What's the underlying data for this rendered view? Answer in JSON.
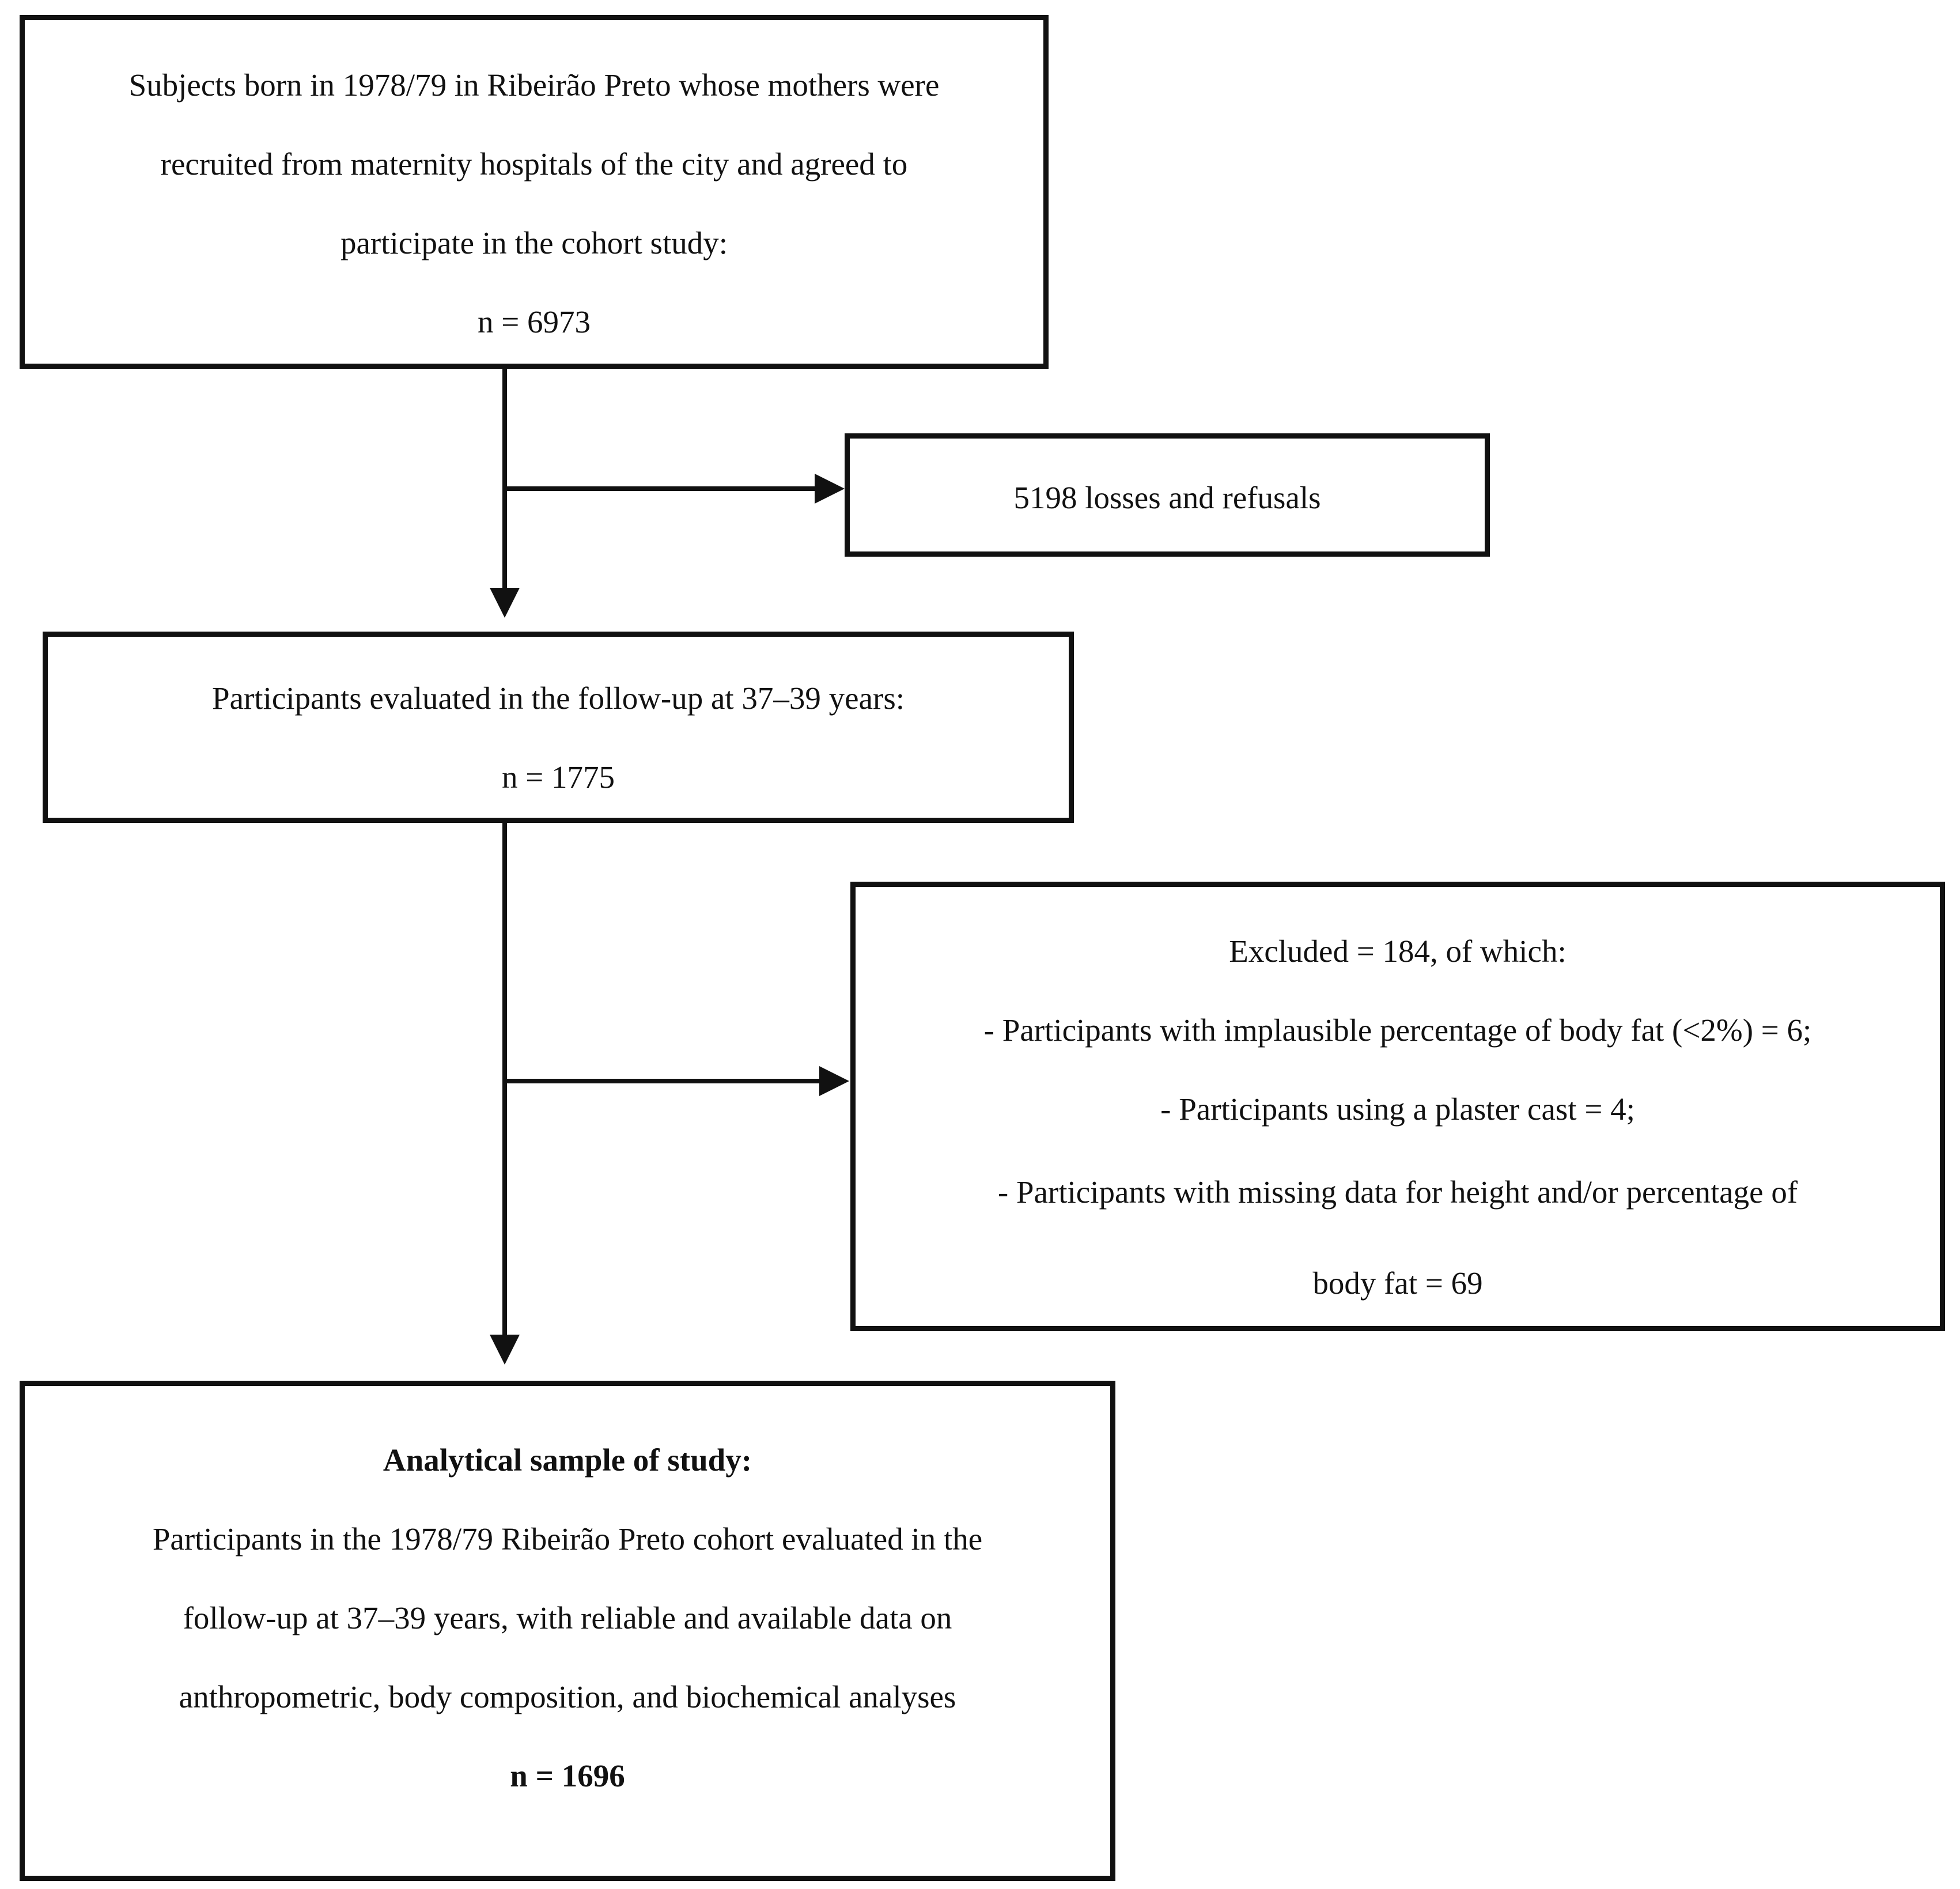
{
  "flowchart": {
    "enrollment": {
      "lines": [
        "Subjects born in 1978/79 in Ribeirão Preto whose mothers were",
        "recruited from maternity hospitals of the city and agreed to",
        "participate in the cohort study:"
      ],
      "n_label": "n = 6973"
    },
    "losses": {
      "label": "5198 losses and refusals"
    },
    "followup": {
      "line": "Participants evaluated in the follow-up at 37–39 years:",
      "n_label": "n = 1775"
    },
    "excluded": {
      "heading": "Excluded = 184, of which:",
      "items": [
        "- Participants with implausible percentage of body fat (<2%) = 6;",
        "- Participants using a plaster cast = 4;",
        "- Participants with missing data for height and/or percentage of",
        "body fat = 69"
      ]
    },
    "analytical": {
      "heading": "Analytical sample of study:",
      "lines": [
        "Participants in the 1978/79 Ribeirão Preto cohort evaluated in the",
        "follow-up at 37–39 years, with reliable and available data on",
        "anthropometric, body composition, and biochemical analyses"
      ],
      "n_label": "n = 1696"
    }
  },
  "colors": {
    "stroke": "#111111",
    "background": "#ffffff"
  }
}
